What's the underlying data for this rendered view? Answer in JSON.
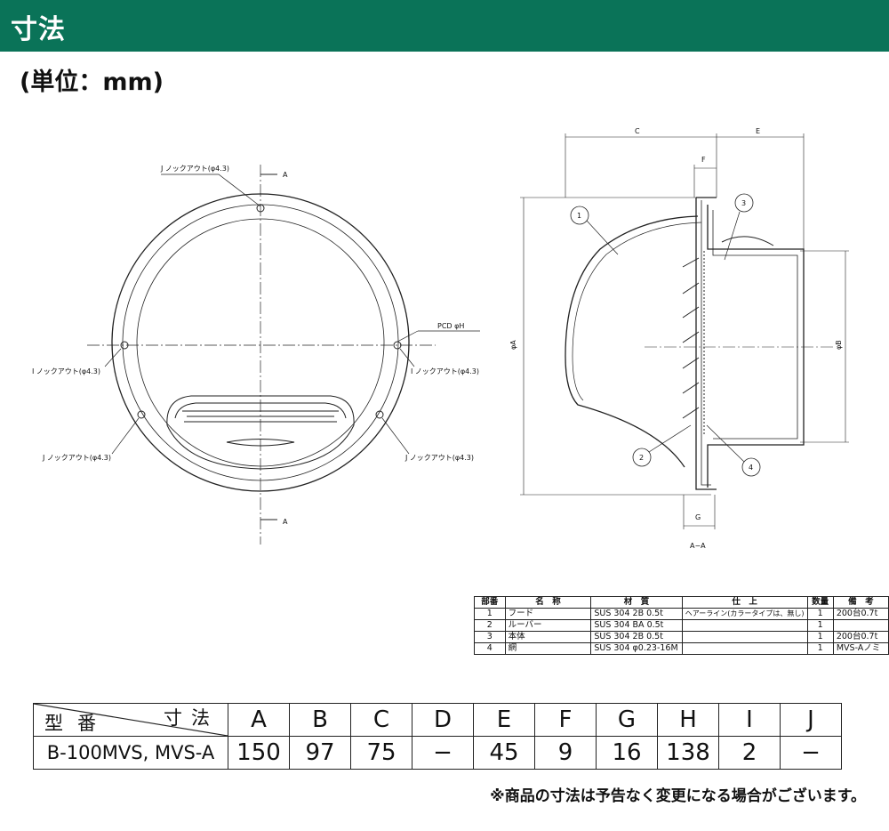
{
  "header": {
    "title": "寸法"
  },
  "unit": "(単位：mm)",
  "front_view": {
    "label_a_top": "A",
    "label_a_bottom": "A",
    "knockout_j_top": "J ノックアウト(φ4.3)",
    "knockout_i_left": "I ノックアウト(φ4.3)",
    "knockout_i_right": "I ノックアウト(φ4.3)",
    "knockout_j_left": "J ノックアウト(φ4.3)",
    "knockout_j_right": "J ノックアウト(φ4.3)",
    "pcd": "PCD φH"
  },
  "section_view": {
    "dim_c": "C",
    "dim_e": "E",
    "dim_f": "F",
    "dim_g": "G",
    "dia_a": "φA",
    "dia_b": "φB",
    "parts": [
      "1",
      "2",
      "3",
      "4"
    ],
    "caption": "A−A"
  },
  "parts_table": {
    "headers": [
      "部番",
      "名　称",
      "材　質",
      "仕　上",
      "数量",
      "備　考"
    ],
    "rows": [
      [
        "1",
        "フード",
        "SUS 304 2B 0.5t",
        "ヘアーライン(カラータイプは、無し)",
        "1",
        "200台0.7t"
      ],
      [
        "2",
        "ルーバー",
        "SUS 304 BA 0.5t",
        "",
        "1",
        ""
      ],
      [
        "3",
        "本体",
        "SUS 304 2B 0.5t",
        "",
        "1",
        "200台0.7t"
      ],
      [
        "4",
        "網",
        "SUS 304 φ0.23-16M",
        "",
        "1",
        "MVS-Aノミ"
      ]
    ]
  },
  "dims_table": {
    "corner_top": "寸法",
    "corner_bottom": "型番",
    "headers": [
      "A",
      "B",
      "C",
      "D",
      "E",
      "F",
      "G",
      "H",
      "I",
      "J"
    ],
    "model": "B-100MVS, MVS-A",
    "values": [
      "150",
      "97",
      "75",
      "−",
      "45",
      "9",
      "16",
      "138",
      "2",
      "−"
    ]
  },
  "note": "※商品の寸法は予告なく変更になる場合がございます。"
}
